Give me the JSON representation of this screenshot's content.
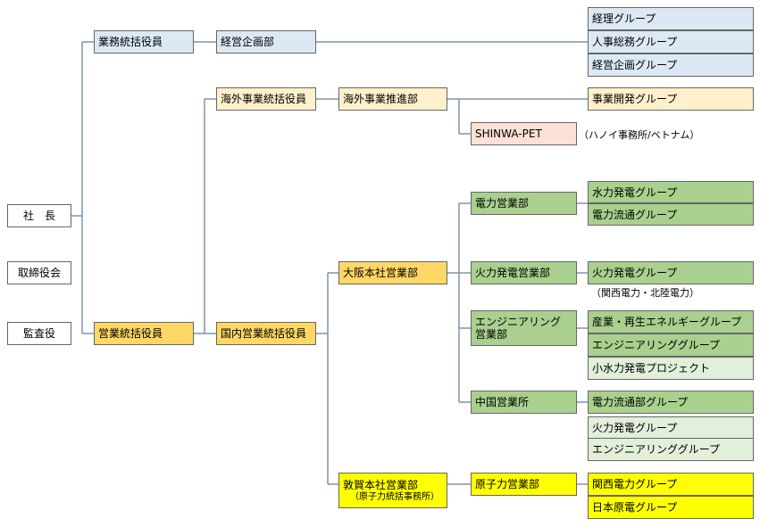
{
  "left_boxes": {
    "president": "社　長",
    "board": "取締役会",
    "auditor": "監査役"
  },
  "executives": {
    "business_supervisor": "業務統括役員",
    "sales_supervisor": "営業統括役員"
  },
  "planning_dept": "経営企画部",
  "planning_groups": [
    "経理グループ",
    "人事総務グループ",
    "経営企画グループ"
  ],
  "overseas": {
    "supervisor": "海外事業統括役員",
    "promotion_dept": "海外事業推進部",
    "business_dev_group": "事業開発グループ",
    "shinwa_pet": "SHINWA-PET",
    "shinwa_pet_note": "（ハノイ事務所/ベトナム）"
  },
  "domestic_supervisor": "国内営業統括役員",
  "osaka": {
    "name": "大阪本社営業部",
    "power_sales": {
      "name": "電力営業部",
      "groups": [
        "水力発電グループ",
        "電力流通グループ"
      ]
    },
    "thermal_sales": {
      "name": "火力発電営業部",
      "group": "火力発電グループ",
      "note": "（関西電力・北陸電力）"
    },
    "engineering": {
      "name_line1": "エンジニアリング",
      "name_line2": "営業部",
      "groups": [
        "産業・再生エネルギーグループ",
        "エンジニアリンググループ",
        "小水力発電プロジェクト"
      ]
    },
    "chugoku": {
      "name": "中国営業所",
      "groups": [
        "電力流通部グループ",
        "火力発電グループ",
        "エンジニアリンググループ"
      ]
    }
  },
  "tsuruga": {
    "name": "敦賀本社営業部",
    "sub": "（原子力統括事務所）",
    "nuclear": {
      "name": "原子力営業部",
      "groups": [
        "関西電力グループ",
        "日本原電グループ"
      ]
    }
  }
}
